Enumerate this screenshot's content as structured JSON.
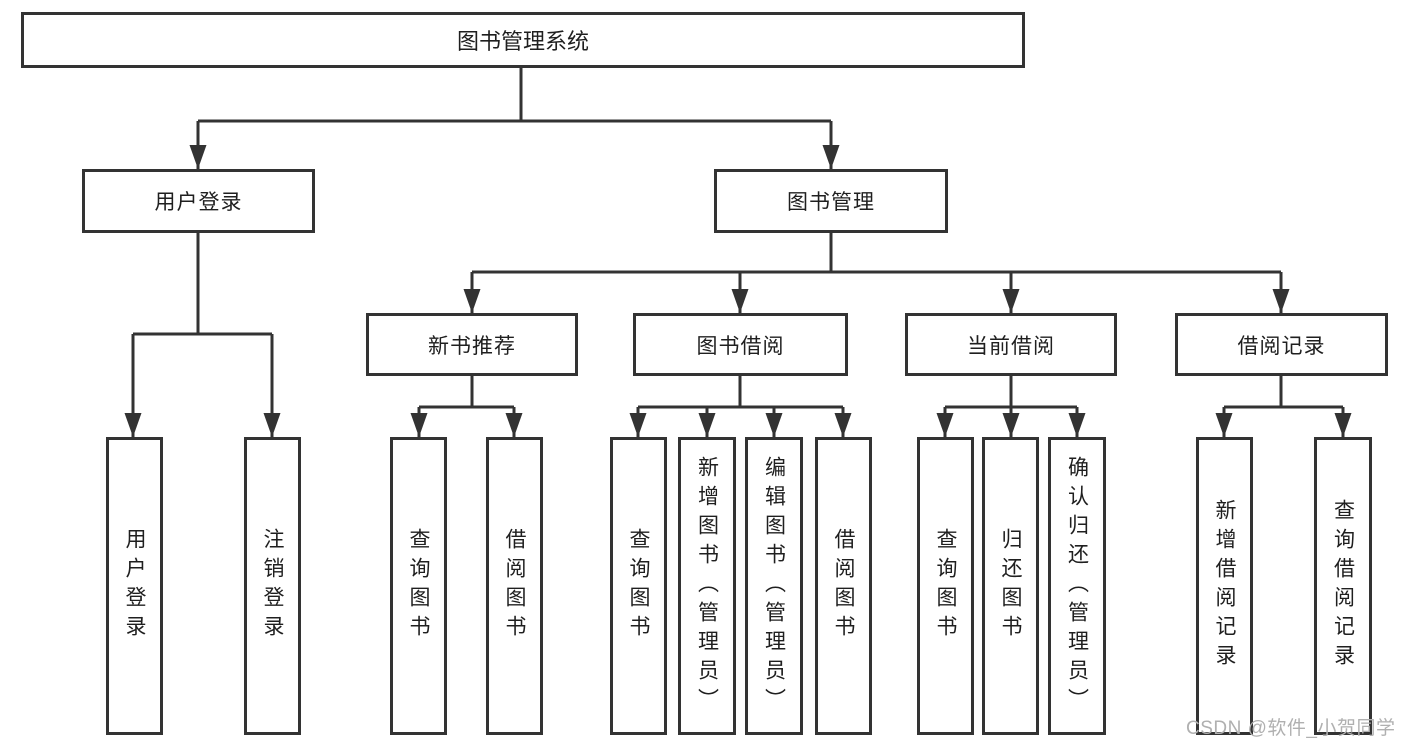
{
  "tree": {
    "root": {
      "label": "图书管理系统"
    },
    "user_login": {
      "label": "用户登录",
      "children": [
        {
          "label": "用户登录"
        },
        {
          "label": "注销登录"
        }
      ]
    },
    "book_mgmt": {
      "label": "图书管理",
      "children": [
        {
          "label": "新书推荐",
          "children": [
            {
              "label": "查询图书"
            },
            {
              "label": "借阅图书"
            }
          ]
        },
        {
          "label": "图书借阅",
          "children": [
            {
              "label": "查询图书"
            },
            {
              "label": "新增图书（管理员）"
            },
            {
              "label": "编辑图书（管理员）"
            },
            {
              "label": "借阅图书"
            }
          ]
        },
        {
          "label": "当前借阅",
          "children": [
            {
              "label": "查询图书"
            },
            {
              "label": "归还图书"
            },
            {
              "label": "确认归还（管理员）"
            }
          ]
        },
        {
          "label": "借阅记录",
          "children": [
            {
              "label": "新增借阅记录"
            },
            {
              "label": "查询借阅记录"
            }
          ]
        }
      ]
    }
  },
  "watermark": {
    "text": "CSDN @软件_小贺同学"
  },
  "colors": {
    "line": "#333333",
    "text": "#1f1f1f",
    "watermark": "#b0b0b0",
    "bg": "#ffffff"
  }
}
